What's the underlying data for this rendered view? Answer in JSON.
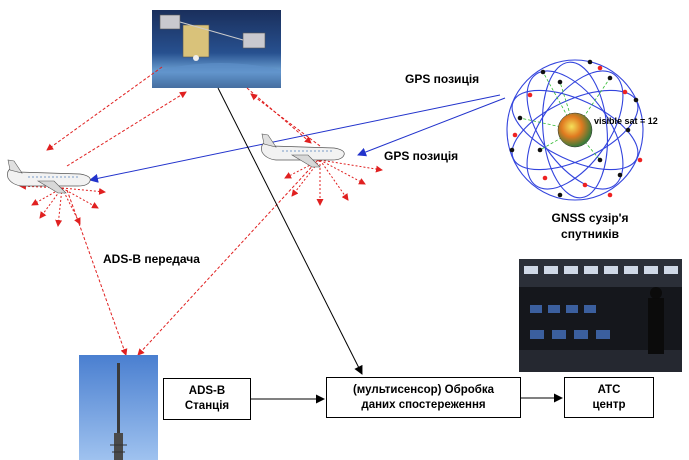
{
  "labels": {
    "gps_position_top": "GPS позиція",
    "gps_position_mid": "GPS позиція",
    "visible_sat": "visible sat = 12",
    "gnss_line1": "GNSS сузір'я",
    "gnss_line2": "спутників",
    "adsb_transmission": "ADS-B передача"
  },
  "boxes": {
    "station": {
      "line1": "ADS-B",
      "line2": "Станція"
    },
    "processing": {
      "line1": "(мультисенсор) Обробка",
      "line2": "даних спостереження"
    },
    "atc": {
      "line1": "ATC",
      "line2": "центр"
    }
  },
  "colors": {
    "gps_link": "#2233cc",
    "adsb_link": "#e02020",
    "data_flow": "#000000"
  }
}
